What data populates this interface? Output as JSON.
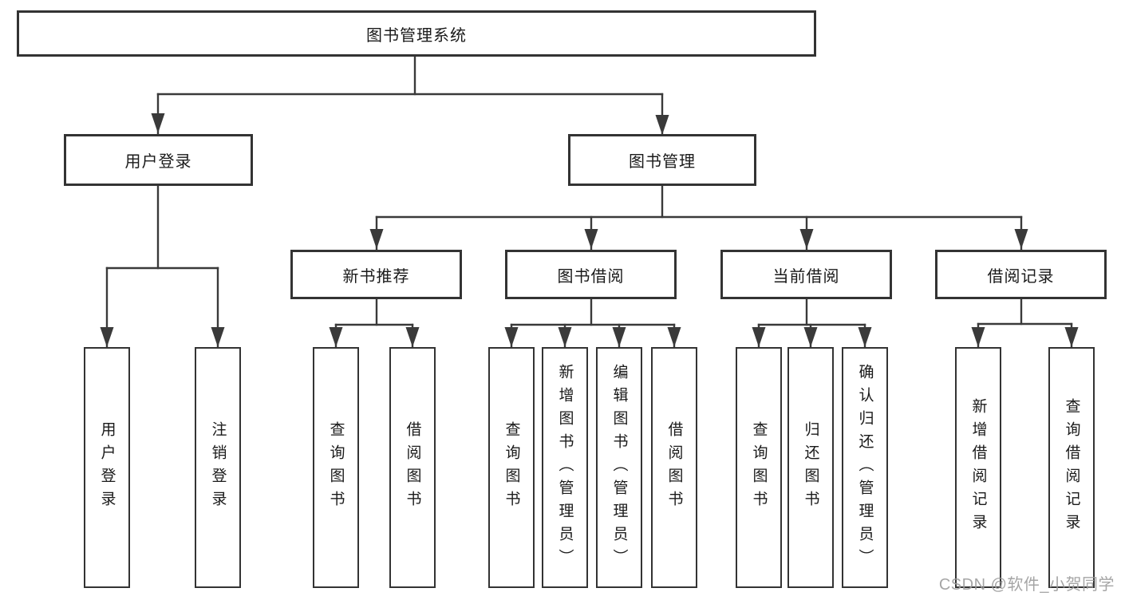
{
  "tree": {
    "root": {
      "label": "图书管理系统"
    },
    "branches": [
      {
        "label": "用户登录",
        "children": [
          {
            "label": "用户登录"
          },
          {
            "label": "注销登录"
          }
        ]
      },
      {
        "label": "图书管理",
        "children": [
          {
            "label": "新书推荐",
            "children": [
              {
                "label": "查询图书"
              },
              {
                "label": "借阅图书"
              }
            ]
          },
          {
            "label": "图书借阅",
            "children": [
              {
                "label": "查询图书"
              },
              {
                "label": "新增图书（管理员）"
              },
              {
                "label": "编辑图书（管理员）"
              },
              {
                "label": "借阅图书"
              }
            ]
          },
          {
            "label": "当前借阅",
            "children": [
              {
                "label": "查询图书"
              },
              {
                "label": "归还图书"
              },
              {
                "label": "确认归还（管理员）"
              }
            ]
          },
          {
            "label": "借阅记录",
            "children": [
              {
                "label": "新增借阅记录"
              },
              {
                "label": "查询借阅记录"
              }
            ]
          }
        ]
      }
    ]
  },
  "watermark": "CSDN @软件_小贺同学",
  "colors": {
    "line": "#3a3a3a",
    "box_border": "#333333",
    "text": "#1a1a1a",
    "watermark": "#9c9c9c",
    "background": "#ffffff"
  }
}
